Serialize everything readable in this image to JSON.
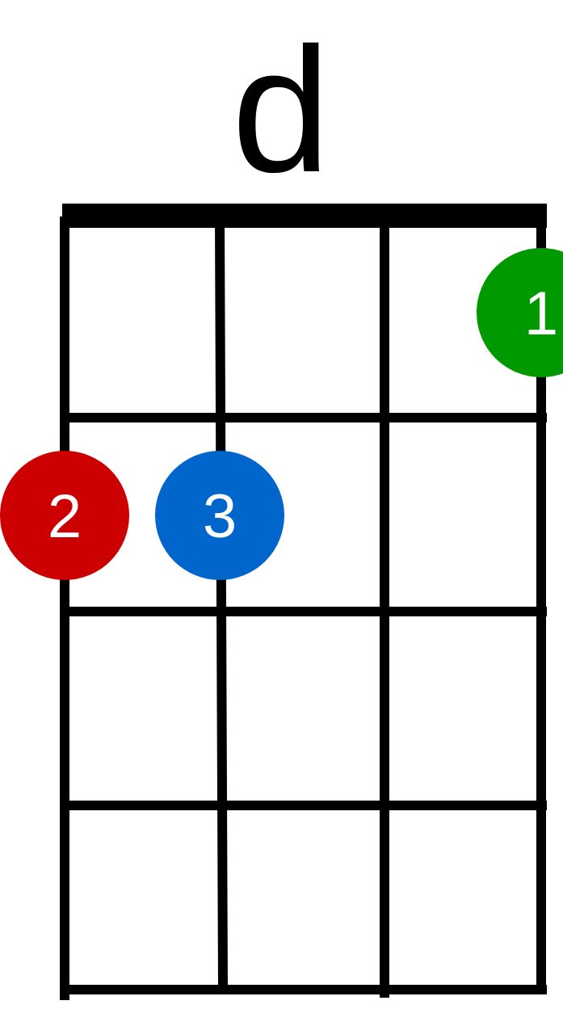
{
  "chord": {
    "name": "d"
  },
  "fretboard": {
    "strings": 4,
    "frets": 4,
    "line_color": "#000000"
  },
  "fingers": [
    {
      "label": "1",
      "string": 3,
      "fret": 1,
      "color": "#009900"
    },
    {
      "label": "2",
      "string": 0,
      "fret": 2,
      "color": "#cc0000"
    },
    {
      "label": "3",
      "string": 1,
      "fret": 2,
      "color": "#0066cc"
    }
  ]
}
